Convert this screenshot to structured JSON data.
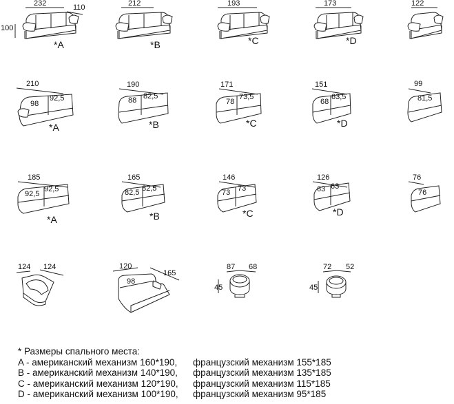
{
  "catalog": {
    "row1": [
      {
        "dim_w": "232",
        "dim_d": "110",
        "dim_h": "100",
        "mark": "*A"
      },
      {
        "dim_w": "212",
        "mark": "*B"
      },
      {
        "dim_w": "193",
        "mark": "*C"
      },
      {
        "dim_w": "173",
        "mark": "*D"
      },
      {
        "dim_w": "122"
      }
    ],
    "row2": [
      {
        "dim_w": "210",
        "seat_1": "98",
        "seat_2": "92,5",
        "mark": "*A"
      },
      {
        "dim_w": "190",
        "seat_1": "88",
        "seat_2": "82,5",
        "mark": "*B"
      },
      {
        "dim_w": "171",
        "seat_1": "78",
        "seat_2": "73,5",
        "mark": "*C"
      },
      {
        "dim_w": "151",
        "seat_1": "68",
        "seat_2": "63,5",
        "mark": "*D"
      },
      {
        "dim_w": "99",
        "seat_1": "81,5"
      }
    ],
    "row3": [
      {
        "dim_w": "185",
        "seat_1": "92,5",
        "seat_2": "92,5",
        "mark": "*A"
      },
      {
        "dim_w": "165",
        "seat_1": "82,5",
        "seat_2": "82,5",
        "mark": "*B"
      },
      {
        "dim_w": "146",
        "seat_1": "73",
        "seat_2": "73",
        "mark": "*C"
      },
      {
        "dim_w": "126",
        "seat_1": "63",
        "seat_2": "63",
        "mark": "*D"
      },
      {
        "dim_w": "76",
        "seat_1": "76"
      }
    ],
    "row4": [
      {
        "dim_a": "124",
        "dim_b": "124"
      },
      {
        "dim_w": "120",
        "dim_l": "165",
        "seat_1": "98"
      },
      {
        "dim_a": "87",
        "dim_b": "68",
        "dim_h": "45"
      },
      {
        "dim_a": "72",
        "dim_b": "52",
        "dim_h": "45"
      }
    ]
  },
  "legend": {
    "title": "*  Размеры спального места:",
    "rows": [
      {
        "american": "A - американский механизм 160*190,",
        "french": "французский механизм 155*185"
      },
      {
        "american": "B - американский механизм 140*190,",
        "french": "французский механизм 135*185"
      },
      {
        "american": "C - американский механизм 120*190,",
        "french": "французский механизм 115*185"
      },
      {
        "american": "D - американский механизм 100*190,",
        "french": "французский механизм 95*185"
      }
    ]
  },
  "colors": {
    "line": "#222222",
    "text": "#111111"
  }
}
